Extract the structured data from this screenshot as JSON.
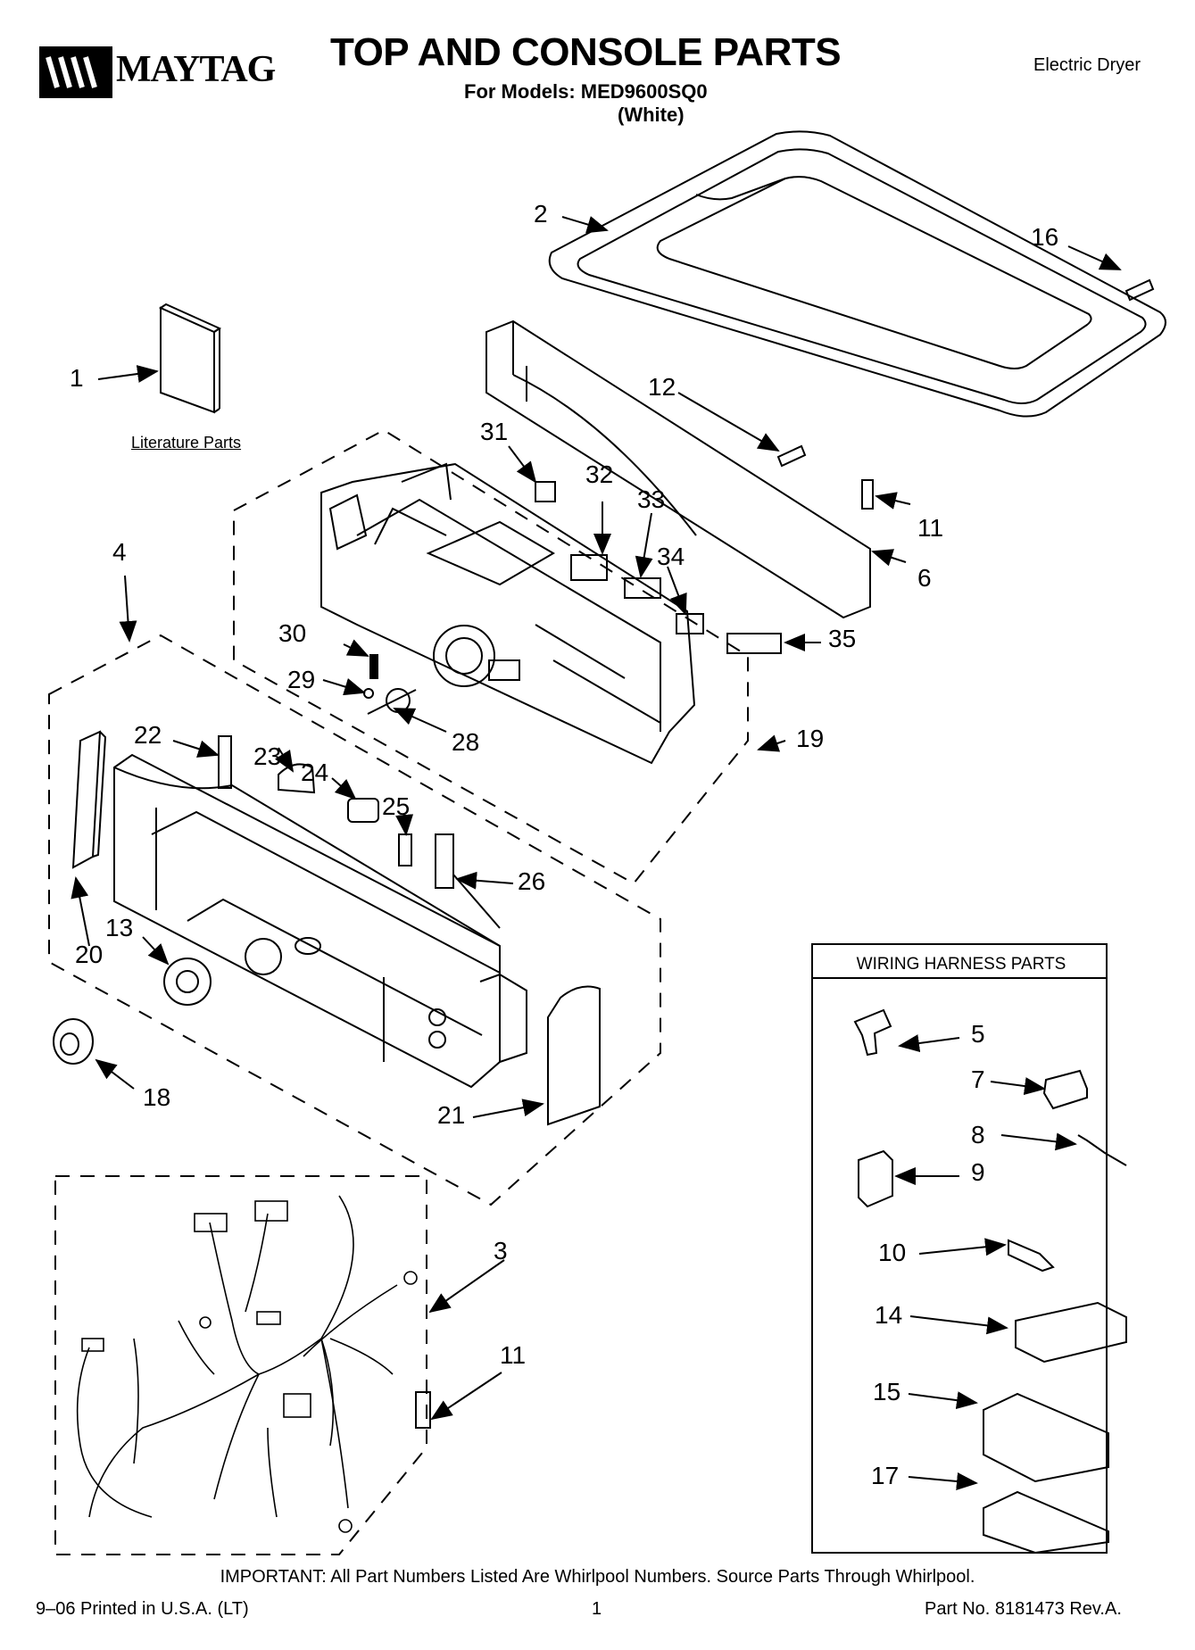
{
  "header": {
    "brand": "MAYTAG",
    "title": "TOP AND CONSOLE PARTS",
    "subtitle": "For Models: MED9600SQ0",
    "color": "(White)",
    "appliance_type": "Electric Dryer"
  },
  "diagram": {
    "literature_label": "Literature Parts",
    "harness_box_title": "WIRING HARNESS PARTS",
    "callouts": [
      "1",
      "2",
      "3",
      "4",
      "5",
      "6",
      "7",
      "8",
      "9",
      "10",
      "11",
      "11",
      "12",
      "13",
      "14",
      "15",
      "16",
      "17",
      "18",
      "19",
      "20",
      "21",
      "22",
      "23",
      "24",
      "25",
      "26",
      "28",
      "29",
      "30",
      "31",
      "32",
      "33",
      "34",
      "35"
    ]
  },
  "footer": {
    "important_note": "IMPORTANT: All Part Numbers Listed Are Whirlpool Numbers. Source Parts Through Whirlpool.",
    "printed": "9–06 Printed in U.S.A. (LT)",
    "page": "1",
    "part_number": "Part No. 8181473 Rev.A."
  }
}
